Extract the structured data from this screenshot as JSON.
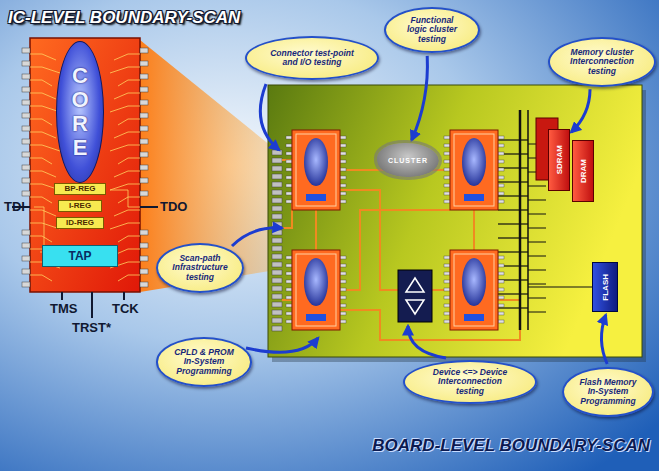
{
  "diagram": {
    "title": "IC-LEVEL BOUNDARY-SCAN",
    "caption": "BOARD-LEVEL BOUNDARY-SCAN",
    "nodes": [
      {
        "text": [
          "CORE"
        ]
      },
      {
        "text": [
          "BP-REG"
        ]
      },
      {
        "text": [
          "I-REG"
        ]
      },
      {
        "text": [
          "ID-REG"
        ]
      },
      {
        "text": [
          "TAP"
        ]
      },
      {
        "text": [
          "Connector test-point and I/O testing"
        ]
      },
      {
        "text": [
          "Functional logic cluster testing"
        ]
      },
      {
        "text": [
          "Memory cluster Interconnection testing"
        ]
      },
      {
        "text": [
          "CLUSTER"
        ]
      },
      {
        "text": [
          "SDRAM"
        ]
      },
      {
        "text": [
          "DRAM"
        ]
      },
      {
        "text": [
          "Scan-path Infrastructure testing"
        ]
      },
      {
        "text": [
          "CPLD & PROM In-System Programming"
        ]
      },
      {
        "text": [
          "Device <=> Device Interconnection testing"
        ]
      },
      {
        "text": [
          "FLASH"
        ]
      },
      {
        "text": [
          "Flash Memory In-System Programming"
        ]
      }
    ],
    "edges": [
      {
        "from": 6,
        "to": 8,
        "arrow": "to"
      },
      {
        "from": 7,
        "to": 9,
        "arrow": "to"
      },
      {
        "from": 15,
        "to": 14,
        "arrow": "to"
      }
    ],
    "labels": [
      "TDI",
      "TDO",
      "TMS",
      "TCK",
      "TRST*"
    ]
  }
}
